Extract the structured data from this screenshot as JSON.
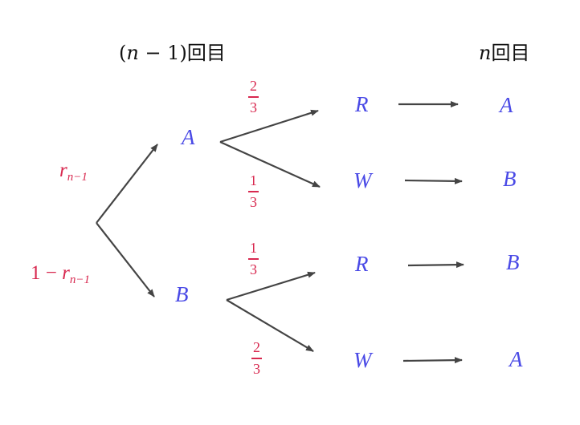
{
  "headers": {
    "prev_n": "n",
    "prev_minus": " − 1)",
    "prev_open": "(",
    "prev_kanji": "回目",
    "cur_n": "n",
    "cur_kanji": "回目"
  },
  "nodes": {
    "a_mid": "A",
    "b_mid": "B",
    "r_top": "R",
    "w_top": "W",
    "r_bot": "R",
    "w_bot": "W",
    "out1": "A",
    "out2": "B",
    "out3": "B",
    "out4": "A"
  },
  "probabilities": {
    "root_up": {
      "var": "r",
      "sub": "n−1"
    },
    "root_down": {
      "prefix": "1 − ",
      "var": "r",
      "sub": "n−1"
    },
    "a_to_r": {
      "num": "2",
      "den": "3"
    },
    "a_to_w": {
      "num": "1",
      "den": "3"
    },
    "b_to_r": {
      "num": "1",
      "den": "3"
    },
    "b_to_w": {
      "num": "2",
      "den": "3"
    }
  },
  "colors": {
    "node": "#4a4ae6",
    "probability": "#d8284f",
    "edge": "#444444",
    "header": "#111111"
  }
}
